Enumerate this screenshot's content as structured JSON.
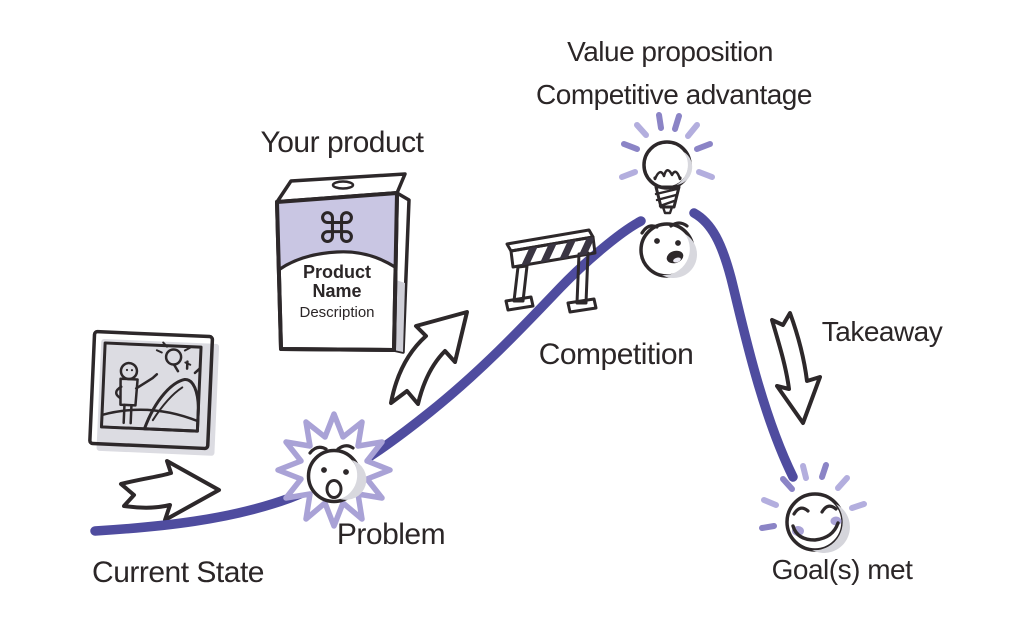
{
  "diagram": {
    "style": "hand-drawn product journey arc",
    "labels": {
      "current_state": "Current State",
      "problem": "Problem",
      "your_product": "Your product",
      "competition": "Competition",
      "value_proposition_line1": "Value proposition",
      "value_proposition_line2": "Competitive advantage",
      "takeaway": "Takeaway",
      "goals_met": "Goal(s) met"
    },
    "product_box": {
      "symbol": "⌘",
      "name_line1": "Product",
      "name_line2": "Name",
      "description": "Description"
    },
    "icons": {
      "current_state": "photo-frame-stick-figure-pointing-at-mountain",
      "forward_arrow": "right-arrow",
      "problem": "surprised-face-with-burst",
      "your_product": "product-box-with-command-symbol",
      "launch_arrow": "up-right-arrow",
      "competition": "hurdle-barrier",
      "idea": "lightbulb-with-rays",
      "peak_emotion": "happy-open-mouth-face",
      "takeaway": "curved-down-arrow",
      "goals_met": "smiling-closed-eyes-face-with-rays"
    },
    "colors": {
      "curve": "#4f4c9f",
      "lavender_fill": "#c9c6e3",
      "accent_purple": "#8b84c6",
      "light_purple": "#b3aede",
      "burst_purple": "#a9a2d6",
      "outline": "#2d282a",
      "text": "#2b2627",
      "background": "#ffffff"
    }
  }
}
